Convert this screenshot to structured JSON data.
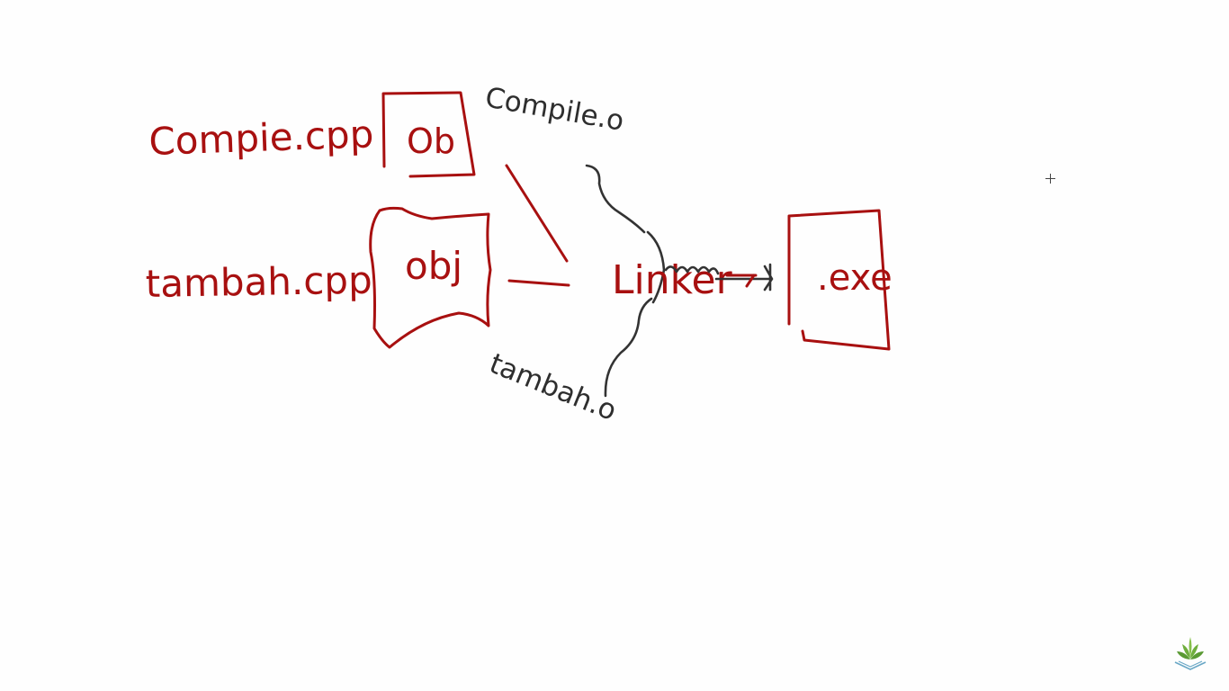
{
  "labels": {
    "source_file_1": "Compie.cpp",
    "source_file_2": "tambah.cpp",
    "object_box_1": "Ob",
    "object_box_2": "obj",
    "object_file_1": "Compile.o",
    "object_file_2": "tambah.o",
    "linker": "Linker",
    "output": ".exe"
  },
  "colors": {
    "ink_red": "#a81010",
    "ink_dark": "#2e2e2e",
    "background": "#fefefe"
  },
  "icons": {
    "cursor": "crosshair-cursor-icon",
    "logo": "plant-logo-icon"
  }
}
